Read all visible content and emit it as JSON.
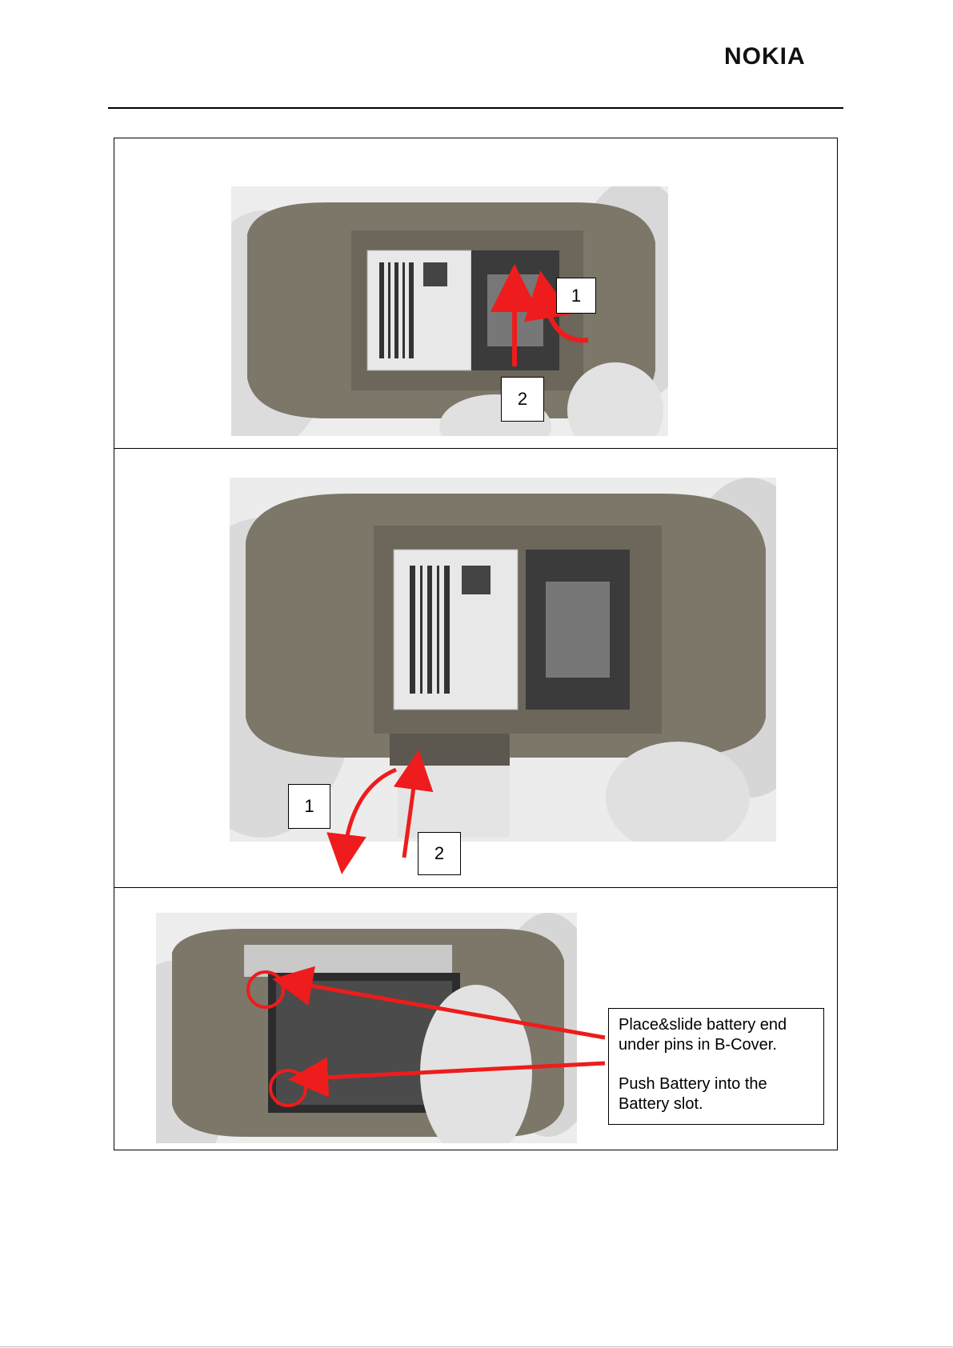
{
  "header": {
    "logo_text": "NOKIA"
  },
  "steps": [
    {
      "callouts": [
        "1",
        "2"
      ]
    },
    {
      "callouts": [
        "1",
        "2"
      ]
    },
    {
      "note_lines": [
        "Place&slide battery end under pins in B-Cover.",
        "Push Battery into the Battery slot."
      ]
    }
  ],
  "colors": {
    "arrow": "#ee1c1c",
    "phone_body": "#7d776a",
    "glove": "#dcdcdc"
  }
}
